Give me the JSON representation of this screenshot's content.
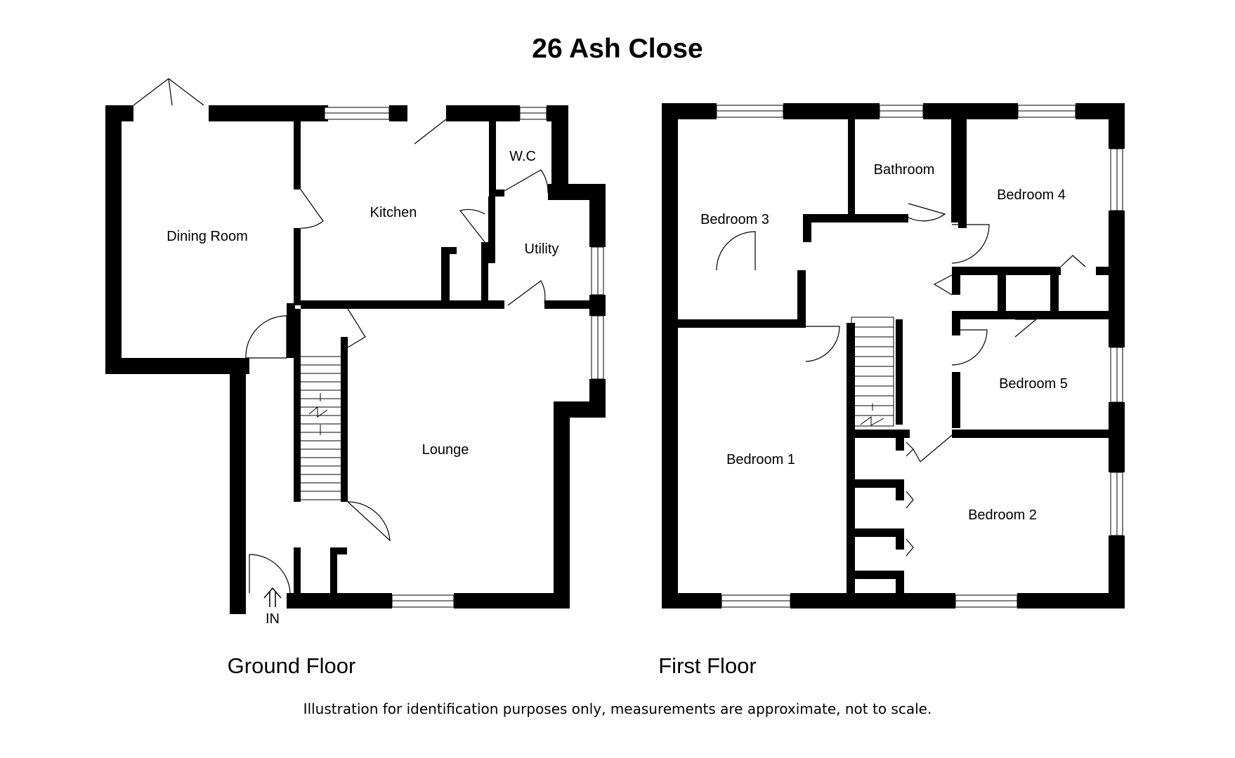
{
  "title": "26 Ash Close",
  "ground_floor": {
    "caption": "Ground Floor",
    "entrance_label": "IN",
    "rooms": {
      "dining_room": "Dining Room",
      "kitchen": "Kitchen",
      "wc": "W.C",
      "utility": "Utility",
      "lounge": "Lounge"
    }
  },
  "first_floor": {
    "caption": "First Floor",
    "rooms": {
      "bedroom_3": "Bedroom 3",
      "bathroom": "Bathroom",
      "bedroom_4": "Bedroom 4",
      "bedroom_5": "Bedroom 5",
      "bedroom_1": "Bedroom 1",
      "bedroom_2": "Bedroom 2"
    }
  },
  "disclaimer": "Illustration for identification purposes only, measurements are approximate, not to scale."
}
